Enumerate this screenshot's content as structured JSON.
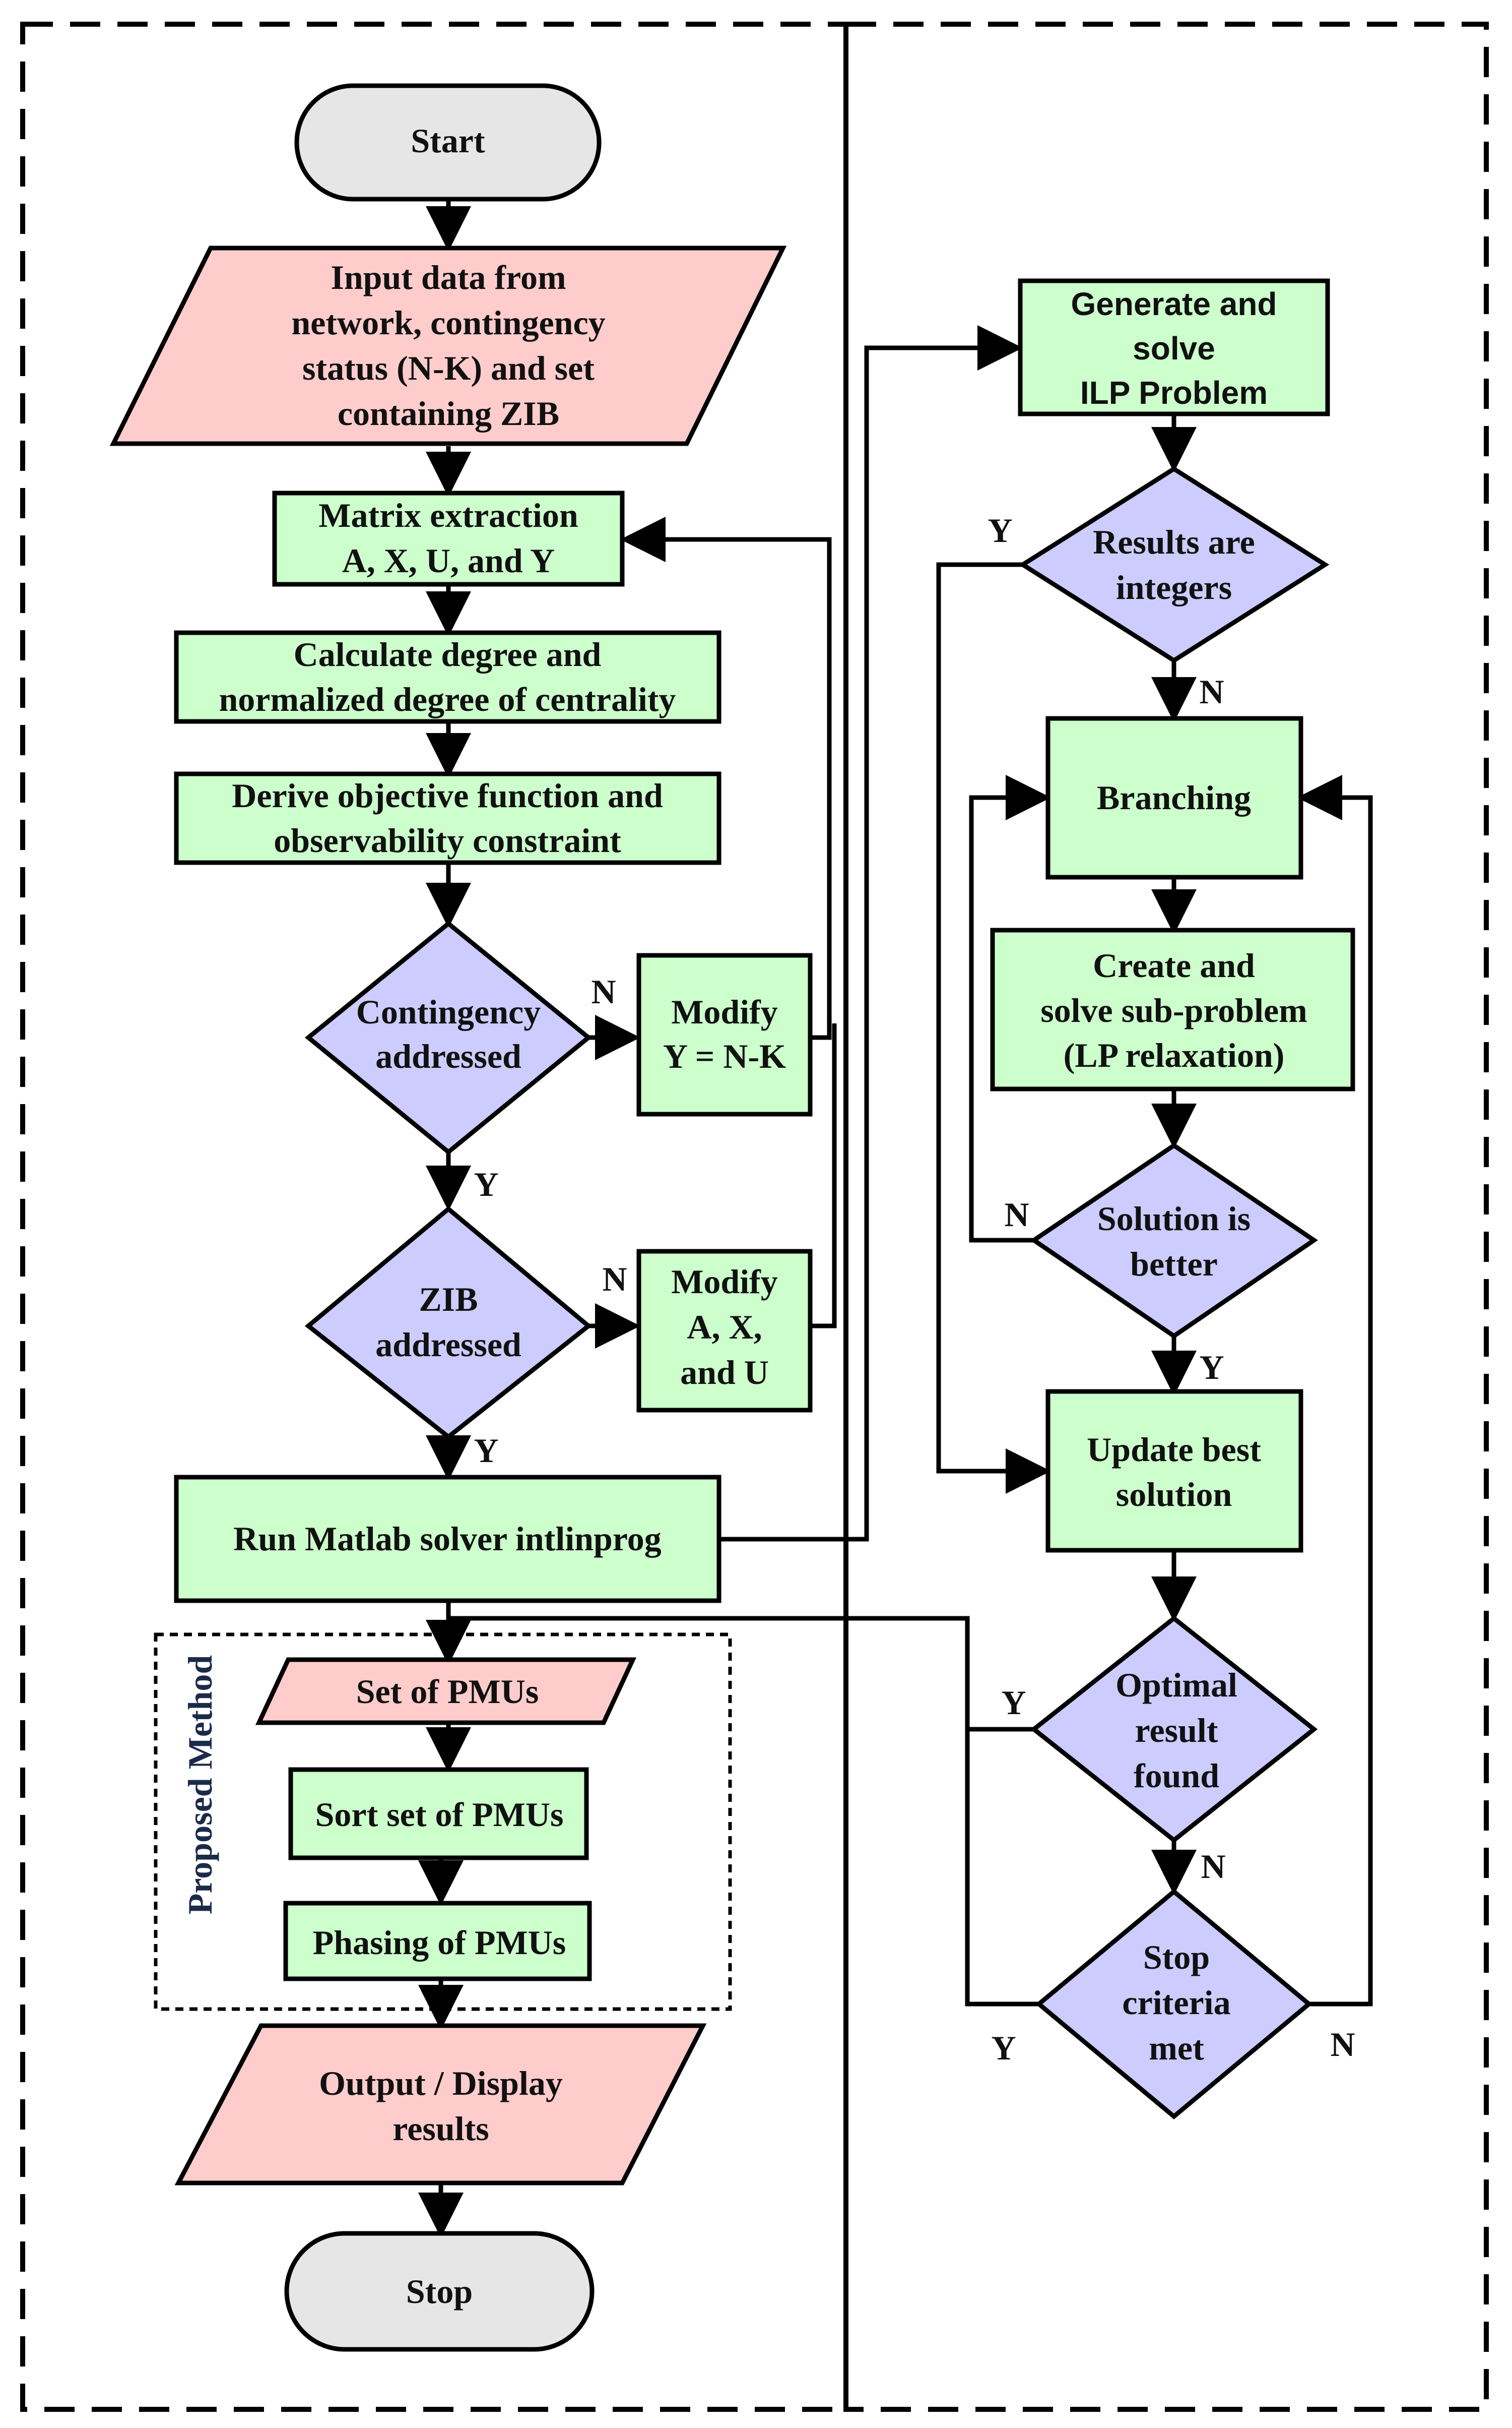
{
  "colors": {
    "terminal_fill": "#e6e6e6",
    "io_fill": "#ffcccc",
    "process_fill": "#ccffcc",
    "decision_fill": "#ccccff",
    "stroke": "#000000",
    "label_navy": "#1c2a4a"
  },
  "terminals": {
    "start": "Start",
    "stop": "Stop"
  },
  "io": {
    "input_lines": [
      "Input data from",
      "network, contingency",
      "status (N-K) and set",
      "containing ZIB"
    ],
    "set_pmus": "Set of PMUs",
    "output_lines": [
      "Output / Display",
      "results"
    ]
  },
  "left_process": {
    "matrix_lines": [
      "Matrix extraction",
      "A, X, U, and Y"
    ],
    "degree_lines": [
      "Calculate degree and",
      "normalized degree of centrality"
    ],
    "objective_lines": [
      "Derive objective function and",
      "observability constraint"
    ],
    "modify_nk_lines": [
      "Modify",
      "Y = N-K"
    ],
    "modify_axu_lines": [
      "Modify",
      "A, X,",
      "and U"
    ],
    "run_solver": "Run Matlab solver intlinprog",
    "sort_pmus": "Sort set of PMUs",
    "phasing_pmus": "Phasing of PMUs"
  },
  "decisions": {
    "contingency_lines": [
      "Contingency",
      "addressed"
    ],
    "zib_lines": [
      "ZIB",
      "addressed"
    ],
    "integers_lines": [
      "Results are",
      "integers"
    ],
    "better_lines": [
      "Solution is",
      "better"
    ],
    "optimal_lines": [
      "Optimal",
      "result",
      "found"
    ],
    "stop_lines": [
      "Stop",
      "criteria",
      "met"
    ]
  },
  "right_process": {
    "generate_lines": [
      "Generate and",
      "solve",
      "ILP Problem"
    ],
    "branching": "Branching",
    "create_lines": [
      "Create and",
      "solve  sub-problem",
      "(LP relaxation)"
    ],
    "update_lines": [
      "Update best",
      "solution"
    ]
  },
  "labels": {
    "proposed_method": "Proposed Method",
    "yes": "Y",
    "no": "N"
  }
}
